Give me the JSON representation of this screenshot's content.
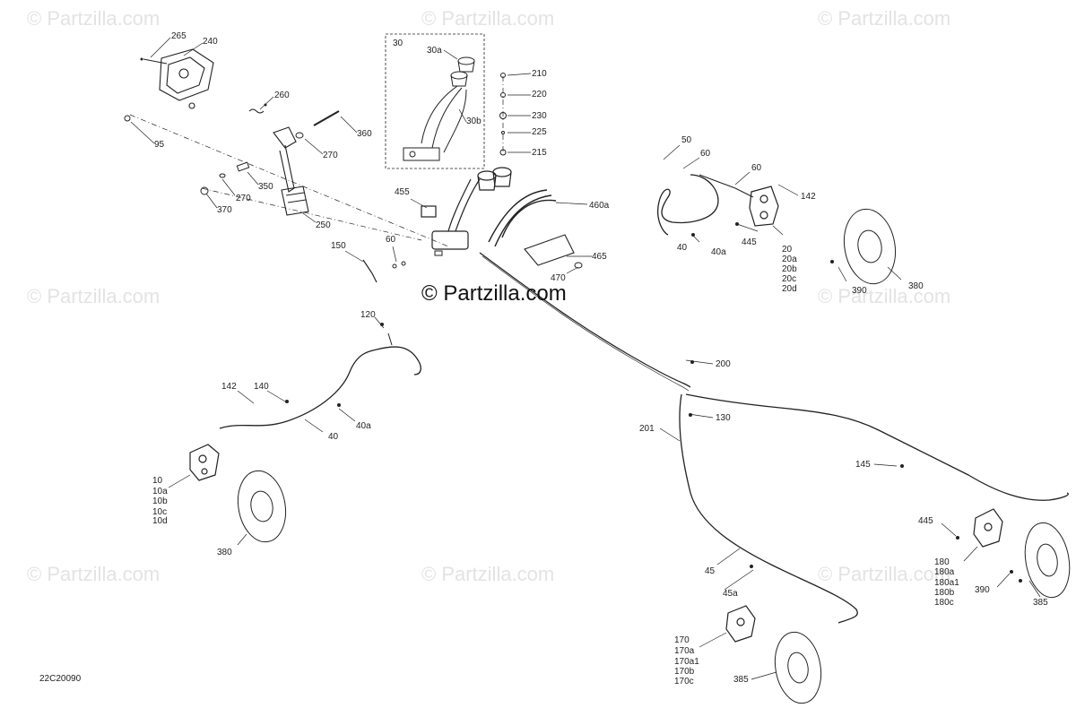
{
  "watermark": "© Partzilla.com",
  "center_watermark": "© Partzilla.com",
  "diagram_code": "22C20090",
  "callouts": {
    "c265": "265",
    "c240": "240",
    "c260": "260",
    "c95": "95",
    "c360": "360",
    "c270a": "270",
    "c270b": "270",
    "c350": "350",
    "c370": "370",
    "c250": "250",
    "c30": "30",
    "c30a": "30a",
    "c30b": "30b",
    "c210": "210",
    "c220": "220",
    "c230": "230",
    "c225": "225",
    "c215": "215",
    "c455": "455",
    "c460a": "460a",
    "c465": "465",
    "c470": "470",
    "c150": "150",
    "c60a": "60",
    "c50": "50",
    "c60b": "60",
    "c60c": "60",
    "c142a": "142",
    "c445a": "445",
    "c40a": "40",
    "c40a2": "40a",
    "c20": "20",
    "c20a": "20a",
    "c20b": "20b",
    "c20c": "20c",
    "c20d": "20d",
    "c390a": "390",
    "c380a": "380",
    "c120": "120",
    "c142b": "142",
    "c140": "140",
    "c40a3": "40a",
    "c40b": "40",
    "c10": "10",
    "c10a": "10a",
    "c10b": "10b",
    "c10c": "10c",
    "c10d": "10d",
    "c380b": "380",
    "c200": "200",
    "c130": "130",
    "c201": "201",
    "c145": "145",
    "c445b": "445",
    "c180": "180",
    "c180a": "180a",
    "c180a1": "180a1",
    "c180b": "180b",
    "c180c": "180c",
    "c390b": "390",
    "c385a": "385",
    "c45": "45",
    "c45a": "45a",
    "c170": "170",
    "c170a": "170a",
    "c170a1": "170a1",
    "c170b": "170b",
    "c170c": "170c",
    "c385b": "385"
  }
}
